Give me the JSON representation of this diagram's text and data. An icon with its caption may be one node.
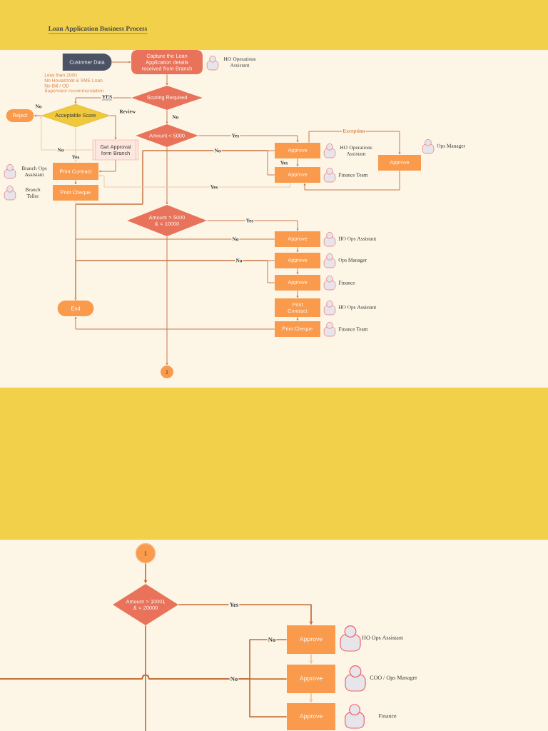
{
  "diagram": {
    "title": "Loan Application Business Process",
    "nodes": [
      {
        "text": [
          "Customer Data"
        ]
      },
      {
        "text": [
          "Capture the Loan Application details received from Branch"
        ]
      },
      {
        "text": [
          "Scoring Required"
        ]
      },
      {
        "text": [
          "Acceptable Score"
        ]
      },
      {
        "text": [
          "Reject"
        ]
      },
      {
        "text": [
          "Get Approval form Branch"
        ]
      },
      {
        "text": [
          "Print Contract"
        ]
      },
      {
        "text": [
          "Print Cheque"
        ]
      },
      {
        "text": [
          "Amount < 5000"
        ]
      },
      {
        "text": [
          "Approve"
        ]
      },
      {
        "text": [
          "Approve"
        ]
      },
      {
        "text": [
          "Approve"
        ]
      },
      {
        "text": [
          "Amount > 5000 & < 10000"
        ]
      },
      {
        "text": [
          "Approve"
        ]
      },
      {
        "text": [
          "Approve"
        ]
      },
      {
        "text": [
          "Approve"
        ]
      },
      {
        "text": [
          "Print Contract"
        ]
      },
      {
        "text": [
          "Print Cheque"
        ]
      },
      {
        "text": [
          "End"
        ]
      },
      {
        "text": [
          "1"
        ]
      },
      {
        "text": [
          "1"
        ]
      },
      {
        "text": [
          "Amount > 10001 & < 20000"
        ]
      },
      {
        "text": [
          "Approve"
        ]
      },
      {
        "text": [
          "Approve"
        ]
      },
      {
        "text": [
          "Approve"
        ]
      }
    ],
    "edges": [
      {
        "from": 0,
        "to": 1,
        "arrow": "to"
      },
      {
        "from": 1,
        "to": 2,
        "arrow": "to"
      },
      {
        "from": 2,
        "to": 3,
        "arrow": "to",
        "label": "YES"
      },
      {
        "from": 3,
        "to": 4,
        "arrow": "to",
        "label": "No"
      },
      {
        "from": 3,
        "to": 5,
        "arrow": "to",
        "label": "Review"
      },
      {
        "from": 5,
        "to": 3,
        "arrow": "to",
        "label": "No",
        "color": "#ebc6a4"
      },
      {
        "from": 3,
        "to": 6,
        "arrow": "to",
        "label": "Yes",
        "color": "#ebc6a4"
      },
      {
        "from": 5,
        "to": 6,
        "arrow": "to"
      },
      {
        "from": 6,
        "to": 7,
        "arrow": "to"
      },
      {
        "from": 7,
        "to": 18,
        "arrow": "to",
        "color": "#ebc6a4"
      },
      {
        "from": 2,
        "to": 8,
        "arrow": "to",
        "label": "No"
      },
      {
        "from": 8,
        "to": 9,
        "arrow": "to",
        "label": "Yes"
      },
      {
        "from": 9,
        "to": 10,
        "arrow": "to",
        "label": "Yes"
      },
      {
        "from": 9,
        "to": 11,
        "arrow": "to",
        "label": "Exception"
      },
      {
        "from": 11,
        "to": 10,
        "arrow": "to"
      },
      {
        "from": 10,
        "to": 6,
        "arrow": "to",
        "label": "Yes",
        "color": "#ebc6a4"
      },
      {
        "from": 9,
        "to": 18,
        "arrow": "to",
        "label": "No"
      },
      {
        "from": 10,
        "to": 18,
        "arrow": "to"
      },
      {
        "from": 8,
        "to": 12,
        "arrow": "to"
      },
      {
        "from": 12,
        "to": 13,
        "arrow": "to",
        "label": "Yes"
      },
      {
        "from": 13,
        "to": 14,
        "arrow": "to"
      },
      {
        "from": 14,
        "to": 15,
        "arrow": "to"
      },
      {
        "from": 15,
        "to": 16,
        "arrow": "to"
      },
      {
        "from": 16,
        "to": 17,
        "arrow": "to"
      },
      {
        "from": 17,
        "to": 18,
        "arrow": "to"
      },
      {
        "from": 13,
        "to": 18,
        "arrow": "to",
        "label": "No"
      },
      {
        "from": 14,
        "to": 18,
        "arrow": "to",
        "label": "No"
      },
      {
        "from": 15,
        "to": 18,
        "arrow": "to"
      },
      {
        "from": 12,
        "to": 19,
        "arrow": "to"
      },
      {
        "from": 20,
        "to": 21,
        "arrow": "to"
      },
      {
        "from": 21,
        "to": 22,
        "arrow": "to",
        "label": "Yes"
      },
      {
        "from": 22,
        "to": 23,
        "arrow": "to",
        "color": "#ebc6a4"
      },
      {
        "from": 23,
        "to": 24,
        "arrow": "to",
        "color": "#ebc6a4"
      },
      {
        "from": 22,
        "to": null,
        "arrow": "none",
        "label": "No"
      },
      {
        "from": 23,
        "to": null,
        "arrow": "none",
        "label": "No"
      },
      {
        "from": 24,
        "to": null,
        "arrow": "none"
      },
      {
        "from": 21,
        "to": null,
        "arrow": "none"
      }
    ],
    "labels": [
      "HO Operations Assistant",
      "Less than 2000",
      "No Household & SME Loan",
      "No Bill / OD",
      "Supervisor recommendation",
      "HO Operations Assistant",
      "Ops Manager",
      "Branch Ops Assistant",
      "Finance Team",
      "Branch Teller",
      "HO Ops Assistant",
      "Ops Manager",
      "Finance",
      "HO Ops Assistant",
      "Finance Team",
      "HO Ops Assistant",
      "COO / Ops Manager",
      "Finance"
    ]
  }
}
